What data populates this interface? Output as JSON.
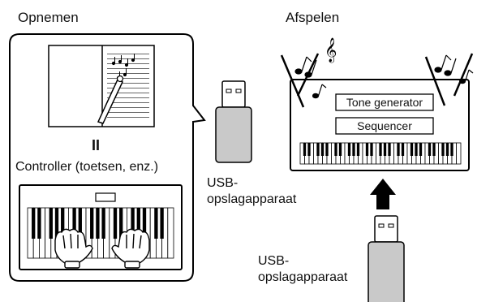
{
  "sections": {
    "record_title": "Opnemen",
    "playback_title": "Afspelen"
  },
  "record_panel": {
    "equals_sign": "II",
    "controller_label": "Controller (toetsen, enz.)"
  },
  "usb_labels": {
    "middle_line1": "USB-",
    "middle_line2": "opslagapparaat",
    "bottom_line1": "USB-",
    "bottom_line2": "opslagapparaat"
  },
  "instrument": {
    "tone_generator": "Tone generator",
    "sequencer": "Sequencer"
  },
  "icons": [
    "music-note-icon",
    "treble-clef-icon",
    "usb-stick-icon",
    "arrow-up-icon",
    "hand-icon",
    "keyboard-icon",
    "score-icon",
    "pen-icon"
  ]
}
